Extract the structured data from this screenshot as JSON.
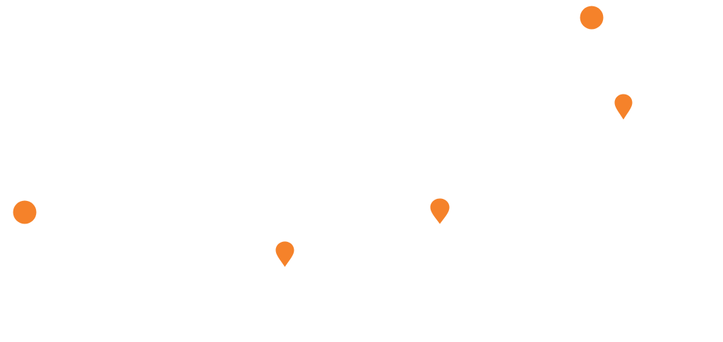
{
  "map": {
    "background_color": "#ffffff",
    "marker_color": "#f5822a",
    "markers": [
      {
        "id": "dot-1",
        "shape": "circle",
        "icon": "circle-marker-icon"
      },
      {
        "id": "pin-1",
        "shape": "pin",
        "icon": "map-pin-icon"
      },
      {
        "id": "dot-2",
        "shape": "circle",
        "icon": "circle-marker-icon"
      },
      {
        "id": "pin-2",
        "shape": "pin",
        "icon": "map-pin-icon"
      },
      {
        "id": "pin-3",
        "shape": "pin",
        "icon": "map-pin-icon"
      }
    ]
  }
}
